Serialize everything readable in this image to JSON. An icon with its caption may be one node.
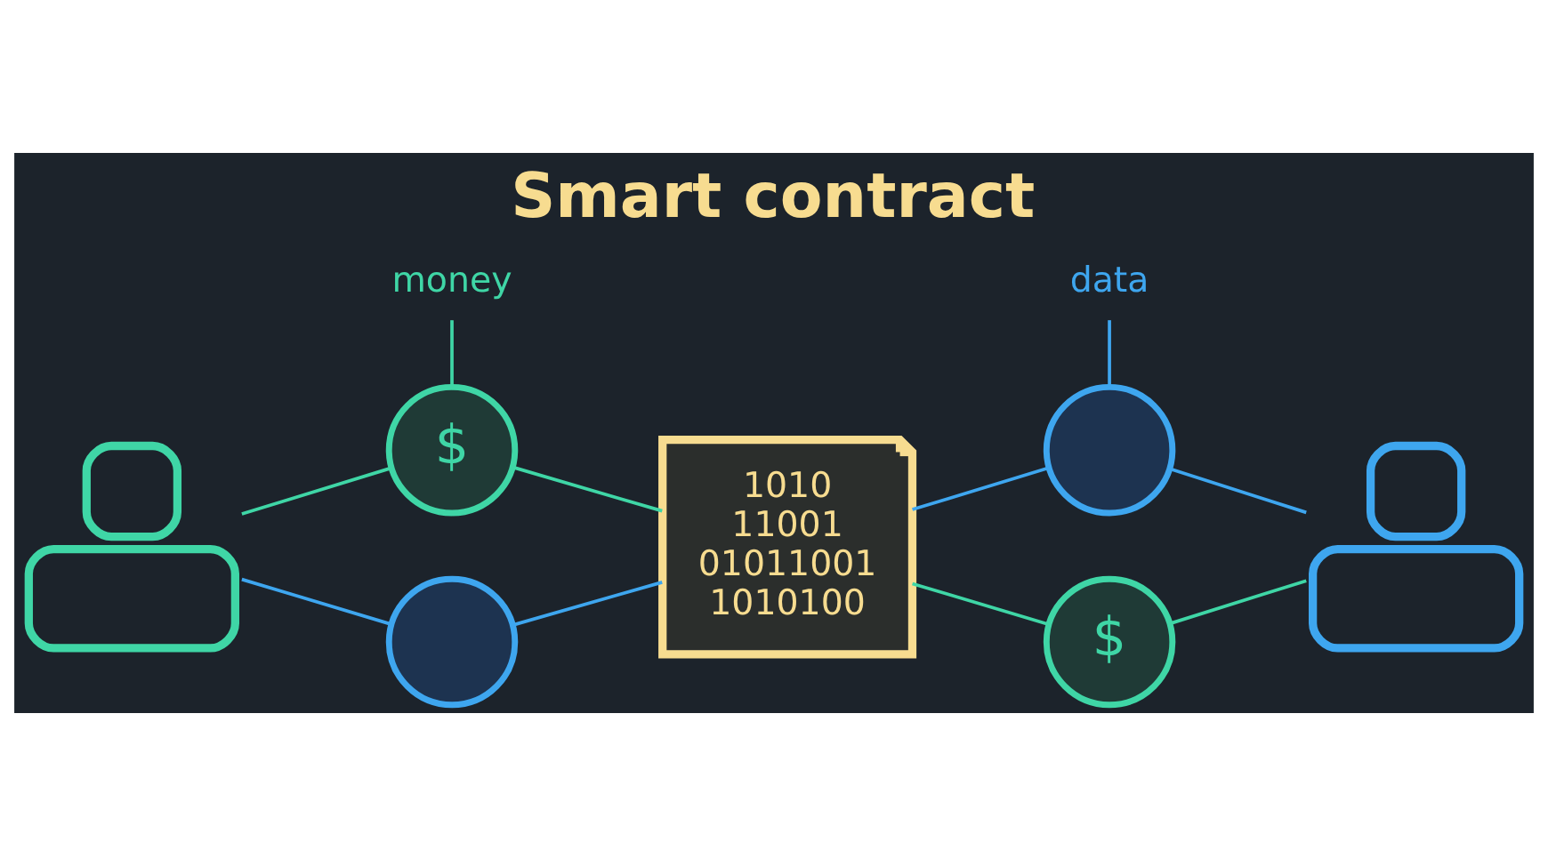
{
  "diagram": {
    "title": "Smart contract",
    "nodes": [
      {
        "text": [
          "money"
        ]
      },
      {
        "text": [],
        "shape": "person"
      },
      {
        "text": [
          "$"
        ]
      },
      {
        "text": [],
        "shape": "circle"
      },
      {
        "text": [
          "1010 11001 01011001 1010100"
        ]
      },
      {
        "text": [
          "data"
        ]
      },
      {
        "text": [],
        "shape": "circle"
      },
      {
        "text": [
          "$"
        ]
      },
      {
        "text": [],
        "shape": "person"
      }
    ],
    "edges": [
      {
        "from": 0,
        "to": 2,
        "arrow": "none",
        "color": "#3fd6a6"
      },
      {
        "from": 1,
        "to": 2,
        "arrow": "none",
        "color": "#3fd6a6"
      },
      {
        "from": 2,
        "to": 4,
        "arrow": "none",
        "color": "#3fd6a6"
      },
      {
        "from": 1,
        "to": 3,
        "arrow": "none",
        "color": "#3ea6ef"
      },
      {
        "from": 3,
        "to": 4,
        "arrow": "none",
        "color": "#3ea6ef"
      },
      {
        "from": 5,
        "to": 6,
        "arrow": "none",
        "color": "#3ea6ef"
      },
      {
        "from": 4,
        "to": 6,
        "arrow": "none",
        "color": "#3ea6ef"
      },
      {
        "from": 6,
        "to": 8,
        "arrow": "none",
        "color": "#3ea6ef"
      },
      {
        "from": 4,
        "to": 7,
        "arrow": "none",
        "color": "#3fd6a6"
      },
      {
        "from": 7,
        "to": 8,
        "arrow": "none",
        "color": "#3fd6a6"
      }
    ]
  }
}
